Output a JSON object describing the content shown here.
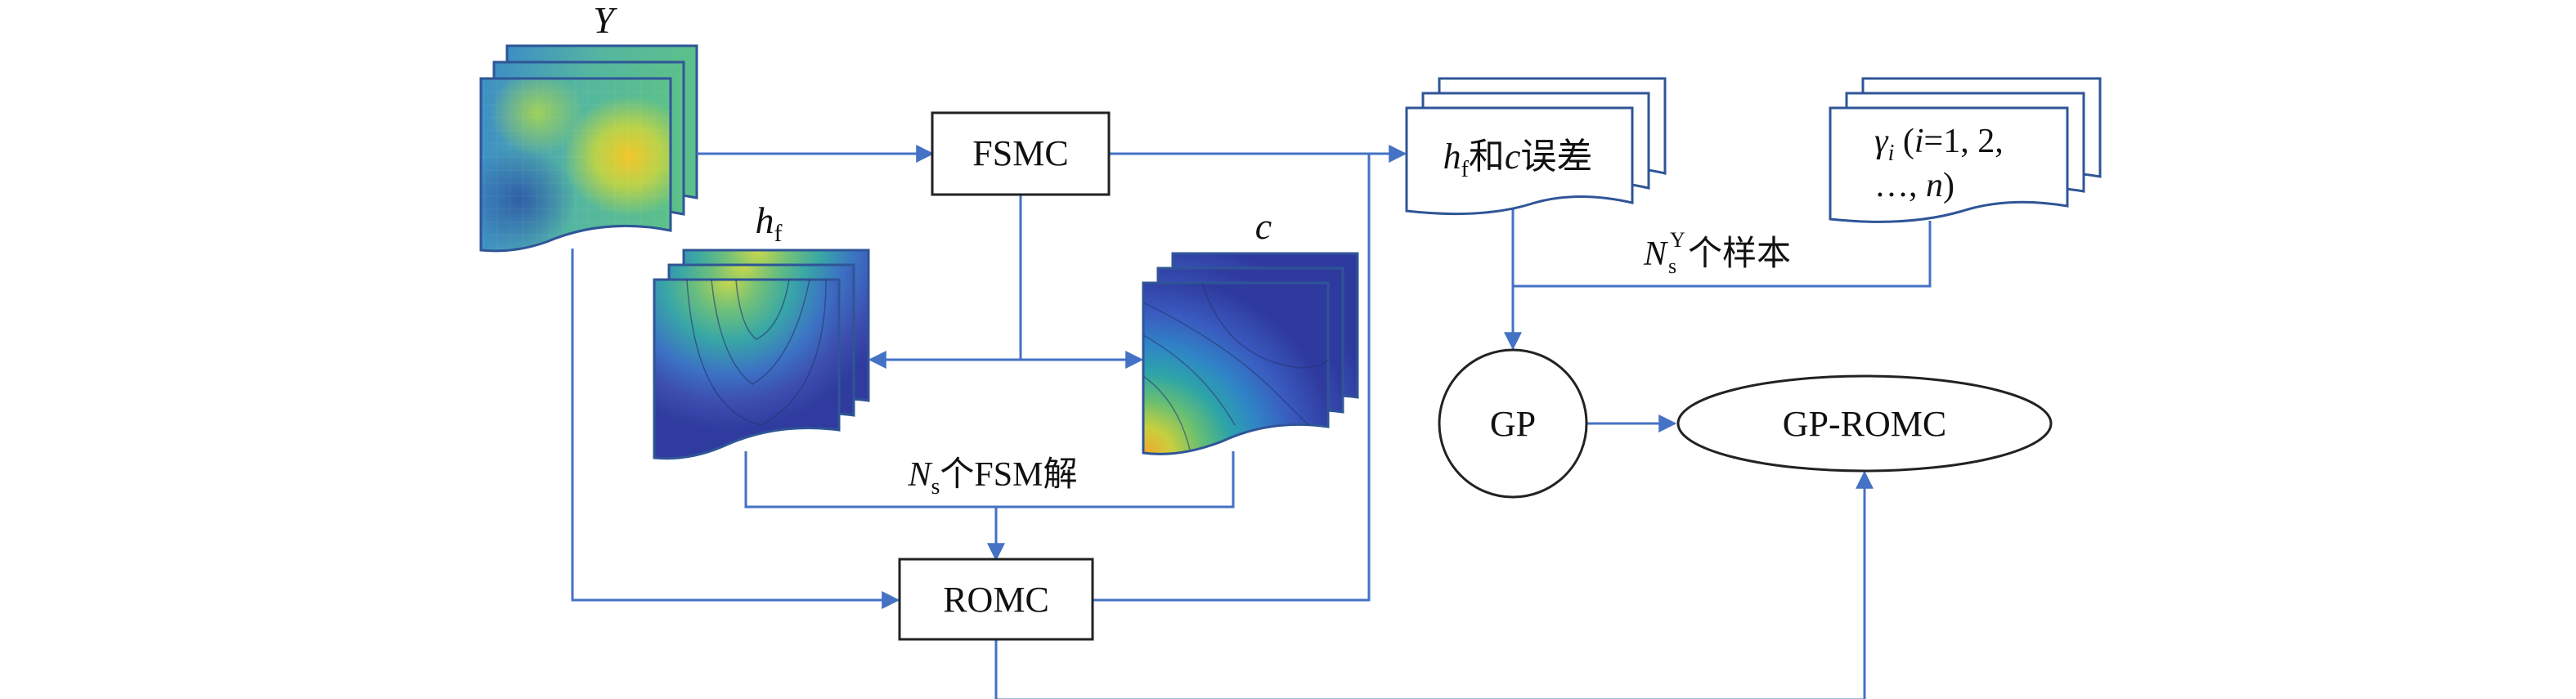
{
  "labels": {
    "fsmc": "FSMC",
    "romc": "ROMC",
    "gp": "GP",
    "gp_romc": "GP-ROMC",
    "field_y": "Y",
    "field_hf_main": "h",
    "field_hf_sub": "f",
    "field_c": "c",
    "err_doc": {
      "hf_main": "h",
      "hf_sub": "f",
      "he": "和",
      "c": "c",
      "wucha": "误差"
    },
    "gamma_doc": {
      "gamma": "γ",
      "sub_i": "i",
      "open": " (",
      "i": "i",
      "rest1": "=1, 2,",
      "line2_pre": "…, ",
      "n": "n",
      "line2_post": ")"
    },
    "ns_fsm": {
      "N": "N",
      "sub": "s",
      "text": "个FSM解"
    },
    "ns_y": {
      "N": "N",
      "sup": "Y",
      "sub": "s",
      "text": "个样本"
    }
  },
  "colors": {
    "connector": "#4472C4",
    "box_stroke": "#222222",
    "doc_stroke": "#2F5597"
  }
}
